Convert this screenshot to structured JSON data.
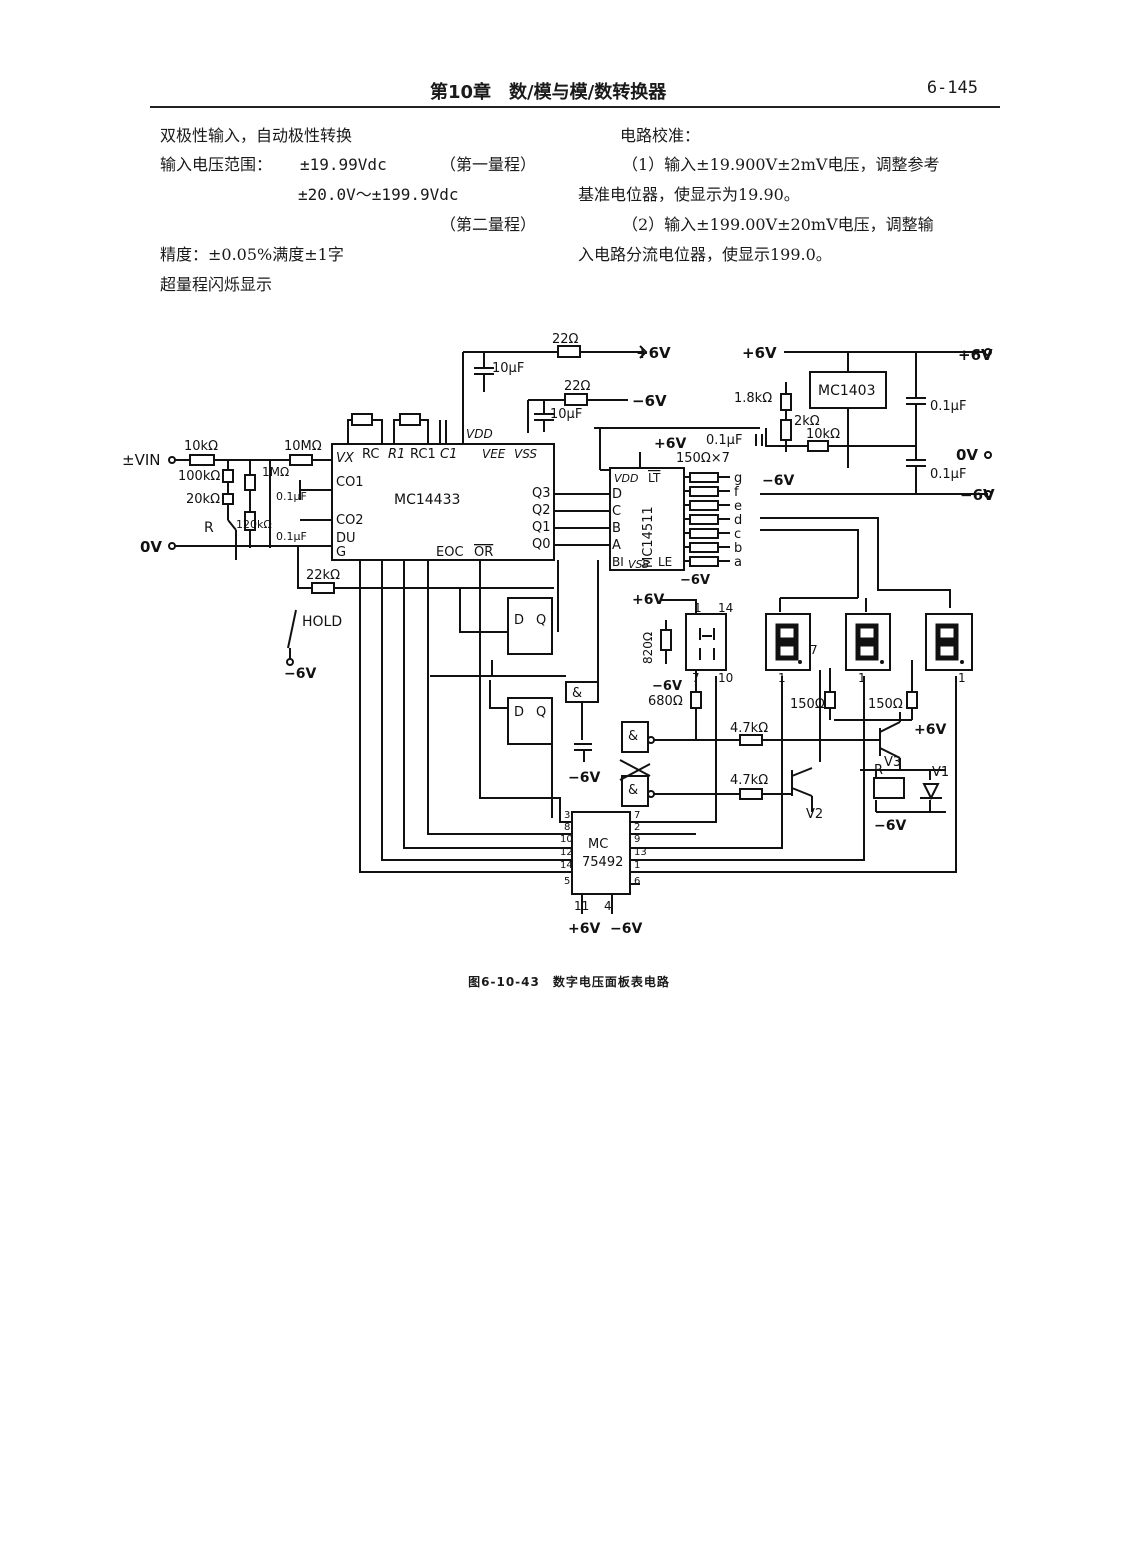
{
  "header": {
    "chapter_title": "第10章　数/模与模/数转换器",
    "page_number": "6-145"
  },
  "left_text": {
    "line1": "双极性输入，自动极性转换",
    "line2_label": "输入电压范围：",
    "line2_value": "±19.99Vdc",
    "line2_range": "（第一量程）",
    "line3_value": "±20.0V～±199.9Vdc",
    "line4_range": "（第二量程）",
    "line5": "精度：±0.05%满度±1字",
    "line6": "超量程闪烁显示"
  },
  "right_text": {
    "heading": "电路校准：",
    "step1_a": "（1）输入±19.900V±2mV电压，调整参考",
    "step1_b": "基准电位器，使显示为19.90。",
    "step2_a": "（2）输入±199.00V±20mV电压，调整输",
    "step2_b": "入电路分流电位器，使显示199.0。"
  },
  "circuit": {
    "ic_adc": "MC14433",
    "ic_decoder": "MC14511",
    "ic_ref": "MC1403",
    "ic_driver": "MC",
    "ic_driver_num": "75492",
    "pin_vx": "VX",
    "pin_rc": "RC",
    "pin_r1": "R1",
    "pin_rc1": "RC1",
    "pin_c1": "C1",
    "pin_vdd": "VDD",
    "pin_vee": "VEE",
    "pin_vss": "VSS",
    "pin_co1": "CO1",
    "pin_co2": "CO2",
    "pin_du": "DU",
    "pin_g": "G",
    "pin_q3": "Q3",
    "pin_q2": "Q2",
    "pin_q1": "Q1",
    "pin_q0": "Q0",
    "pin_eoc": "EOC",
    "pin_or": "OR",
    "dec_vdd": "VDD",
    "dec_lt": "LT",
    "dec_d": "D",
    "dec_c": "C",
    "dec_b": "B",
    "dec_a": "A",
    "dec_bi": "BI",
    "dec_vss": "VSS",
    "dec_le": "LE",
    "seg_g": "g",
    "seg_f": "f",
    "seg_e": "e",
    "seg_d": "d",
    "seg_c": "c",
    "seg_b": "b",
    "seg_a": "a",
    "r_22_top": "22Ω",
    "c_10u_top": "10μF",
    "plus6_top": "+6V",
    "r_22_2": "22Ω",
    "c_10u_2": "10μF",
    "minus6_2": "−6V",
    "vin": "±VIN",
    "r_10k_in": "10kΩ",
    "r_100k": "100kΩ",
    "r_20k": "20kΩ",
    "pot_r": "R",
    "r_1m": "1MΩ",
    "r_120k": "120kΩ",
    "c_01u_a": "0.1μF",
    "c_01u_b": "0.1μF",
    "r_10m": "10MΩ",
    "zero_v": "0V",
    "r_22k": "22kΩ",
    "hold": "HOLD",
    "minus6_hold": "−6V",
    "plus6_ref": "+6V",
    "plus6_out": "+6V",
    "r_18k": "1.8kΩ",
    "pot_2k": "2kΩ",
    "r_10k_ref": "10kΩ",
    "c_ref": "0.1μF",
    "c_01u_r1": "0.1μF",
    "c_01u_r2": "0.1μF",
    "zero_v_out": "0V",
    "minus6_ref": "−6V",
    "minus6_out": "−6V",
    "plus6_dec": "+6V",
    "r_150x7": "150Ω×7",
    "minus6_dec": "−6V",
    "plus6_d1": "+6V",
    "r_820": "820Ω",
    "minus6_d1": "−6V",
    "p1": "1",
    "p14": "14",
    "p7": "7",
    "p10": "10",
    "r_680": "680Ω",
    "ff_d": "D",
    "ff_q": "Q",
    "and": "&",
    "minus6_c": "−6V",
    "r_47k_1": "4.7kΩ",
    "r_47k_2": "4.7kΩ",
    "pin7_d2": "7",
    "pin1_d2": "1",
    "pin1_d3": "1",
    "pin1_d4": "1",
    "r_150_1": "150Ω",
    "r_150_2": "150Ω",
    "plus6_v3": "+6V",
    "v3": "V3",
    "v1": "V1",
    "v2": "V2",
    "relay_r": "R",
    "minus6_relay": "−6V",
    "drv_pins_l": [
      "3",
      "8",
      "10",
      "12",
      "14",
      "5"
    ],
    "drv_pins_r": [
      "7",
      "2",
      "9",
      "13",
      "1",
      "6"
    ],
    "drv_pin11": "11",
    "drv_pin4": "4",
    "drv_plus6": "+6V",
    "drv_minus6": "−6V"
  },
  "caption": "图6-10-43　数字电压面板表电路"
}
